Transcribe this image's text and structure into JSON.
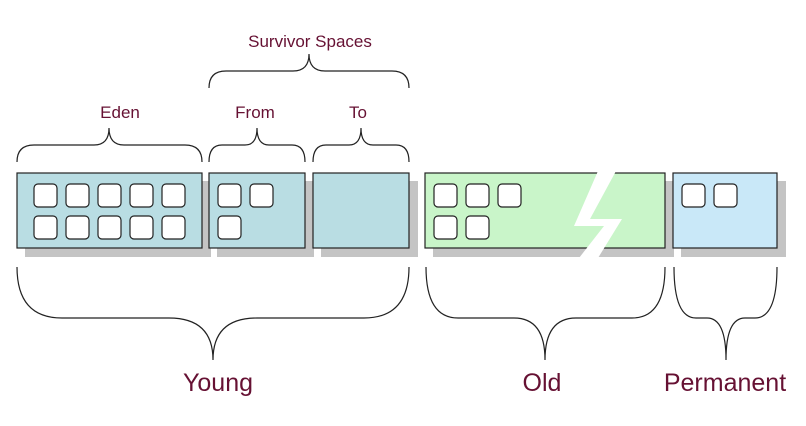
{
  "labels": {
    "survivor_spaces": "Survivor Spaces",
    "eden": "Eden",
    "from": "From",
    "to": "To",
    "young": "Young",
    "old": "Old",
    "permanent": "Permanent"
  },
  "regions": {
    "eden": {
      "object_count": 10,
      "color": "#b9dde3"
    },
    "from": {
      "object_count": 3,
      "color": "#b9dde3"
    },
    "to": {
      "object_count": 0,
      "color": "#b9dde3"
    },
    "old": {
      "object_count": 5,
      "color": "#c9f5c9"
    },
    "permanent": {
      "object_count": 2,
      "color": "#c9e8f8"
    }
  },
  "colors": {
    "label_text": "#661133",
    "outline": "#222222",
    "shadow": "#c4c4c4",
    "object_fill": "#ffffff"
  }
}
